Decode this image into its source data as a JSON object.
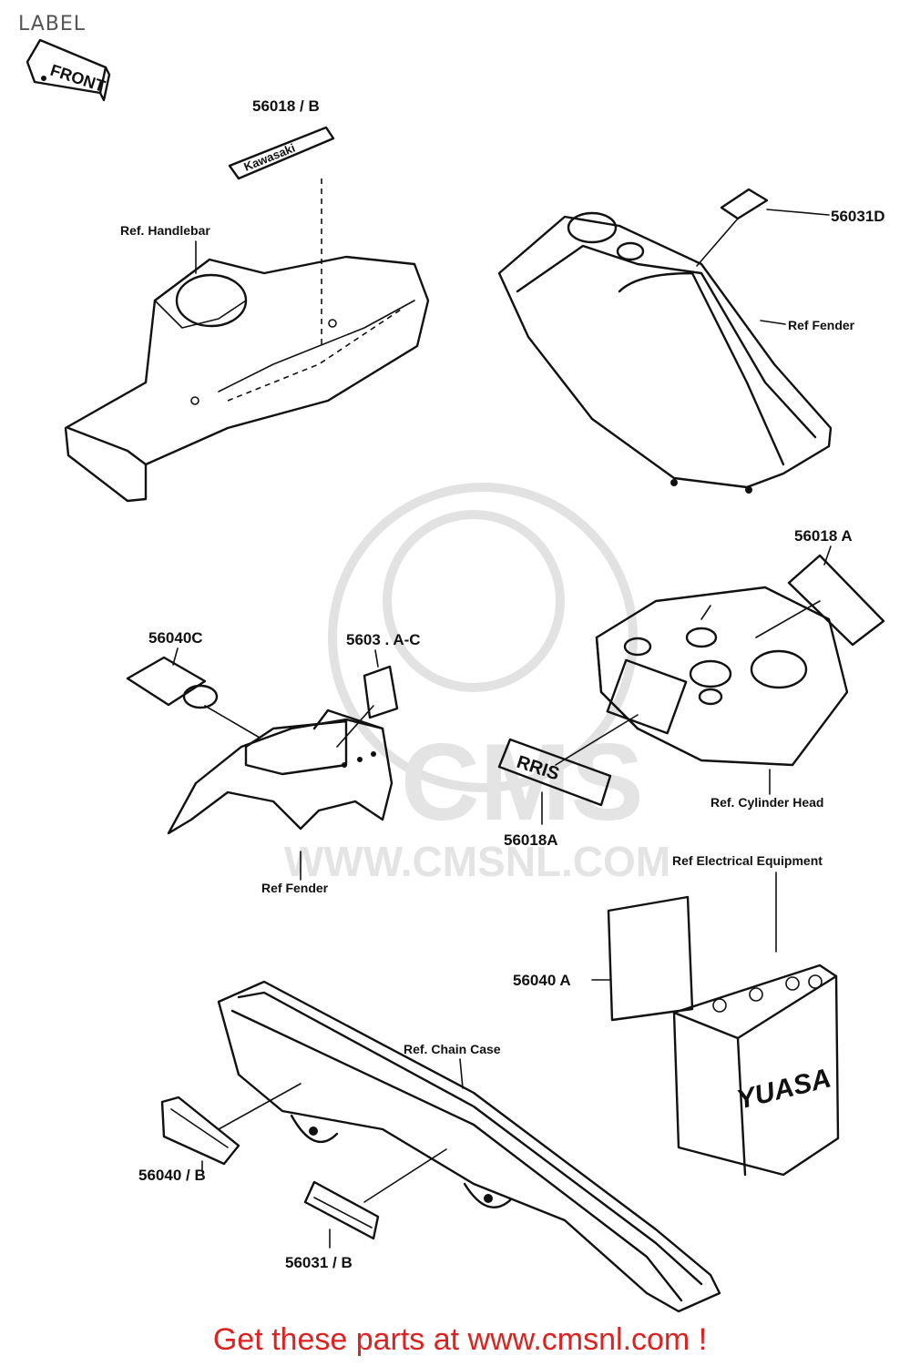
{
  "page": {
    "title": "LABEL"
  },
  "watermark": {
    "text": "WWW.CMSNL.COM",
    "logo_text": "CMS"
  },
  "callouts": {
    "front": "FRONT",
    "p56018_b": "56018 / B",
    "ref_handlebar": "Ref.  Handlebar",
    "p56031d": "56031D",
    "ref_fender_top": "Ref  Fender",
    "p56018a_top": "56018 A",
    "p56040c": "56040C",
    "p5603_ac": "5603 .  A-C",
    "p56018a_mid": "56018A",
    "ref_cylinder_head": "Ref. Cylinder Head",
    "ref_fender_rear": "Ref  Fender",
    "ref_electrical": "Ref  Electrical  Equipment",
    "p56040a": "56040 A",
    "ref_chain_case": "Ref. Chain Case",
    "p56040_b": "56040 / B",
    "p56031_b": "56031 / B"
  },
  "part_marks": {
    "kawasaki_label": "Kawasaki",
    "rris_label": "RRIS",
    "battery_brand": "YUASA"
  },
  "footer": {
    "text": "Get these parts at www.cmsnl.com !",
    "color": "#dd2222"
  }
}
